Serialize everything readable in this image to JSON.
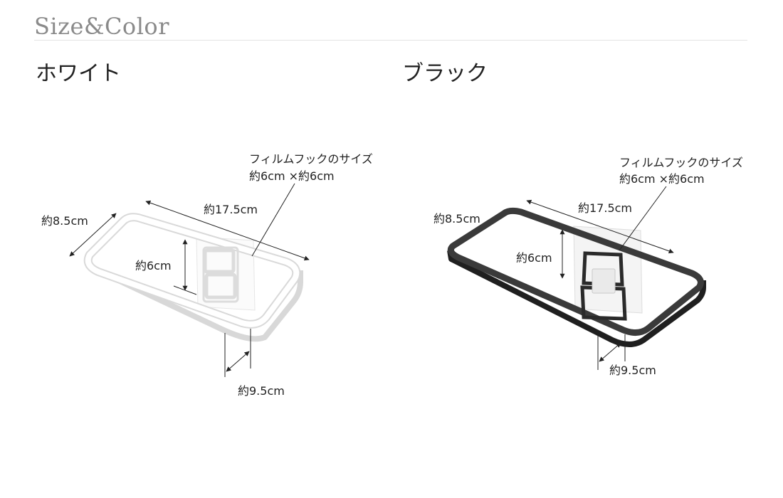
{
  "section_title": "Size&Color",
  "variants": [
    {
      "name": "ホワイト",
      "color": "#ffffff",
      "labels": {
        "depth": "約8.5cm",
        "width": "約17.5cm",
        "hook_title": "フィルムフックのサイズ",
        "hook_size": "約6cm ×約6cm",
        "height": "約6cm",
        "bottom": "約9.5cm"
      }
    },
    {
      "name": "ブラック",
      "color": "#2b2b2b",
      "labels": {
        "depth": "約8.5cm",
        "width": "約17.5cm",
        "hook_title": "フィルムフックのサイズ",
        "hook_size": "約6cm ×約6cm",
        "height": "約6cm",
        "bottom": "約9.5cm"
      }
    }
  ]
}
